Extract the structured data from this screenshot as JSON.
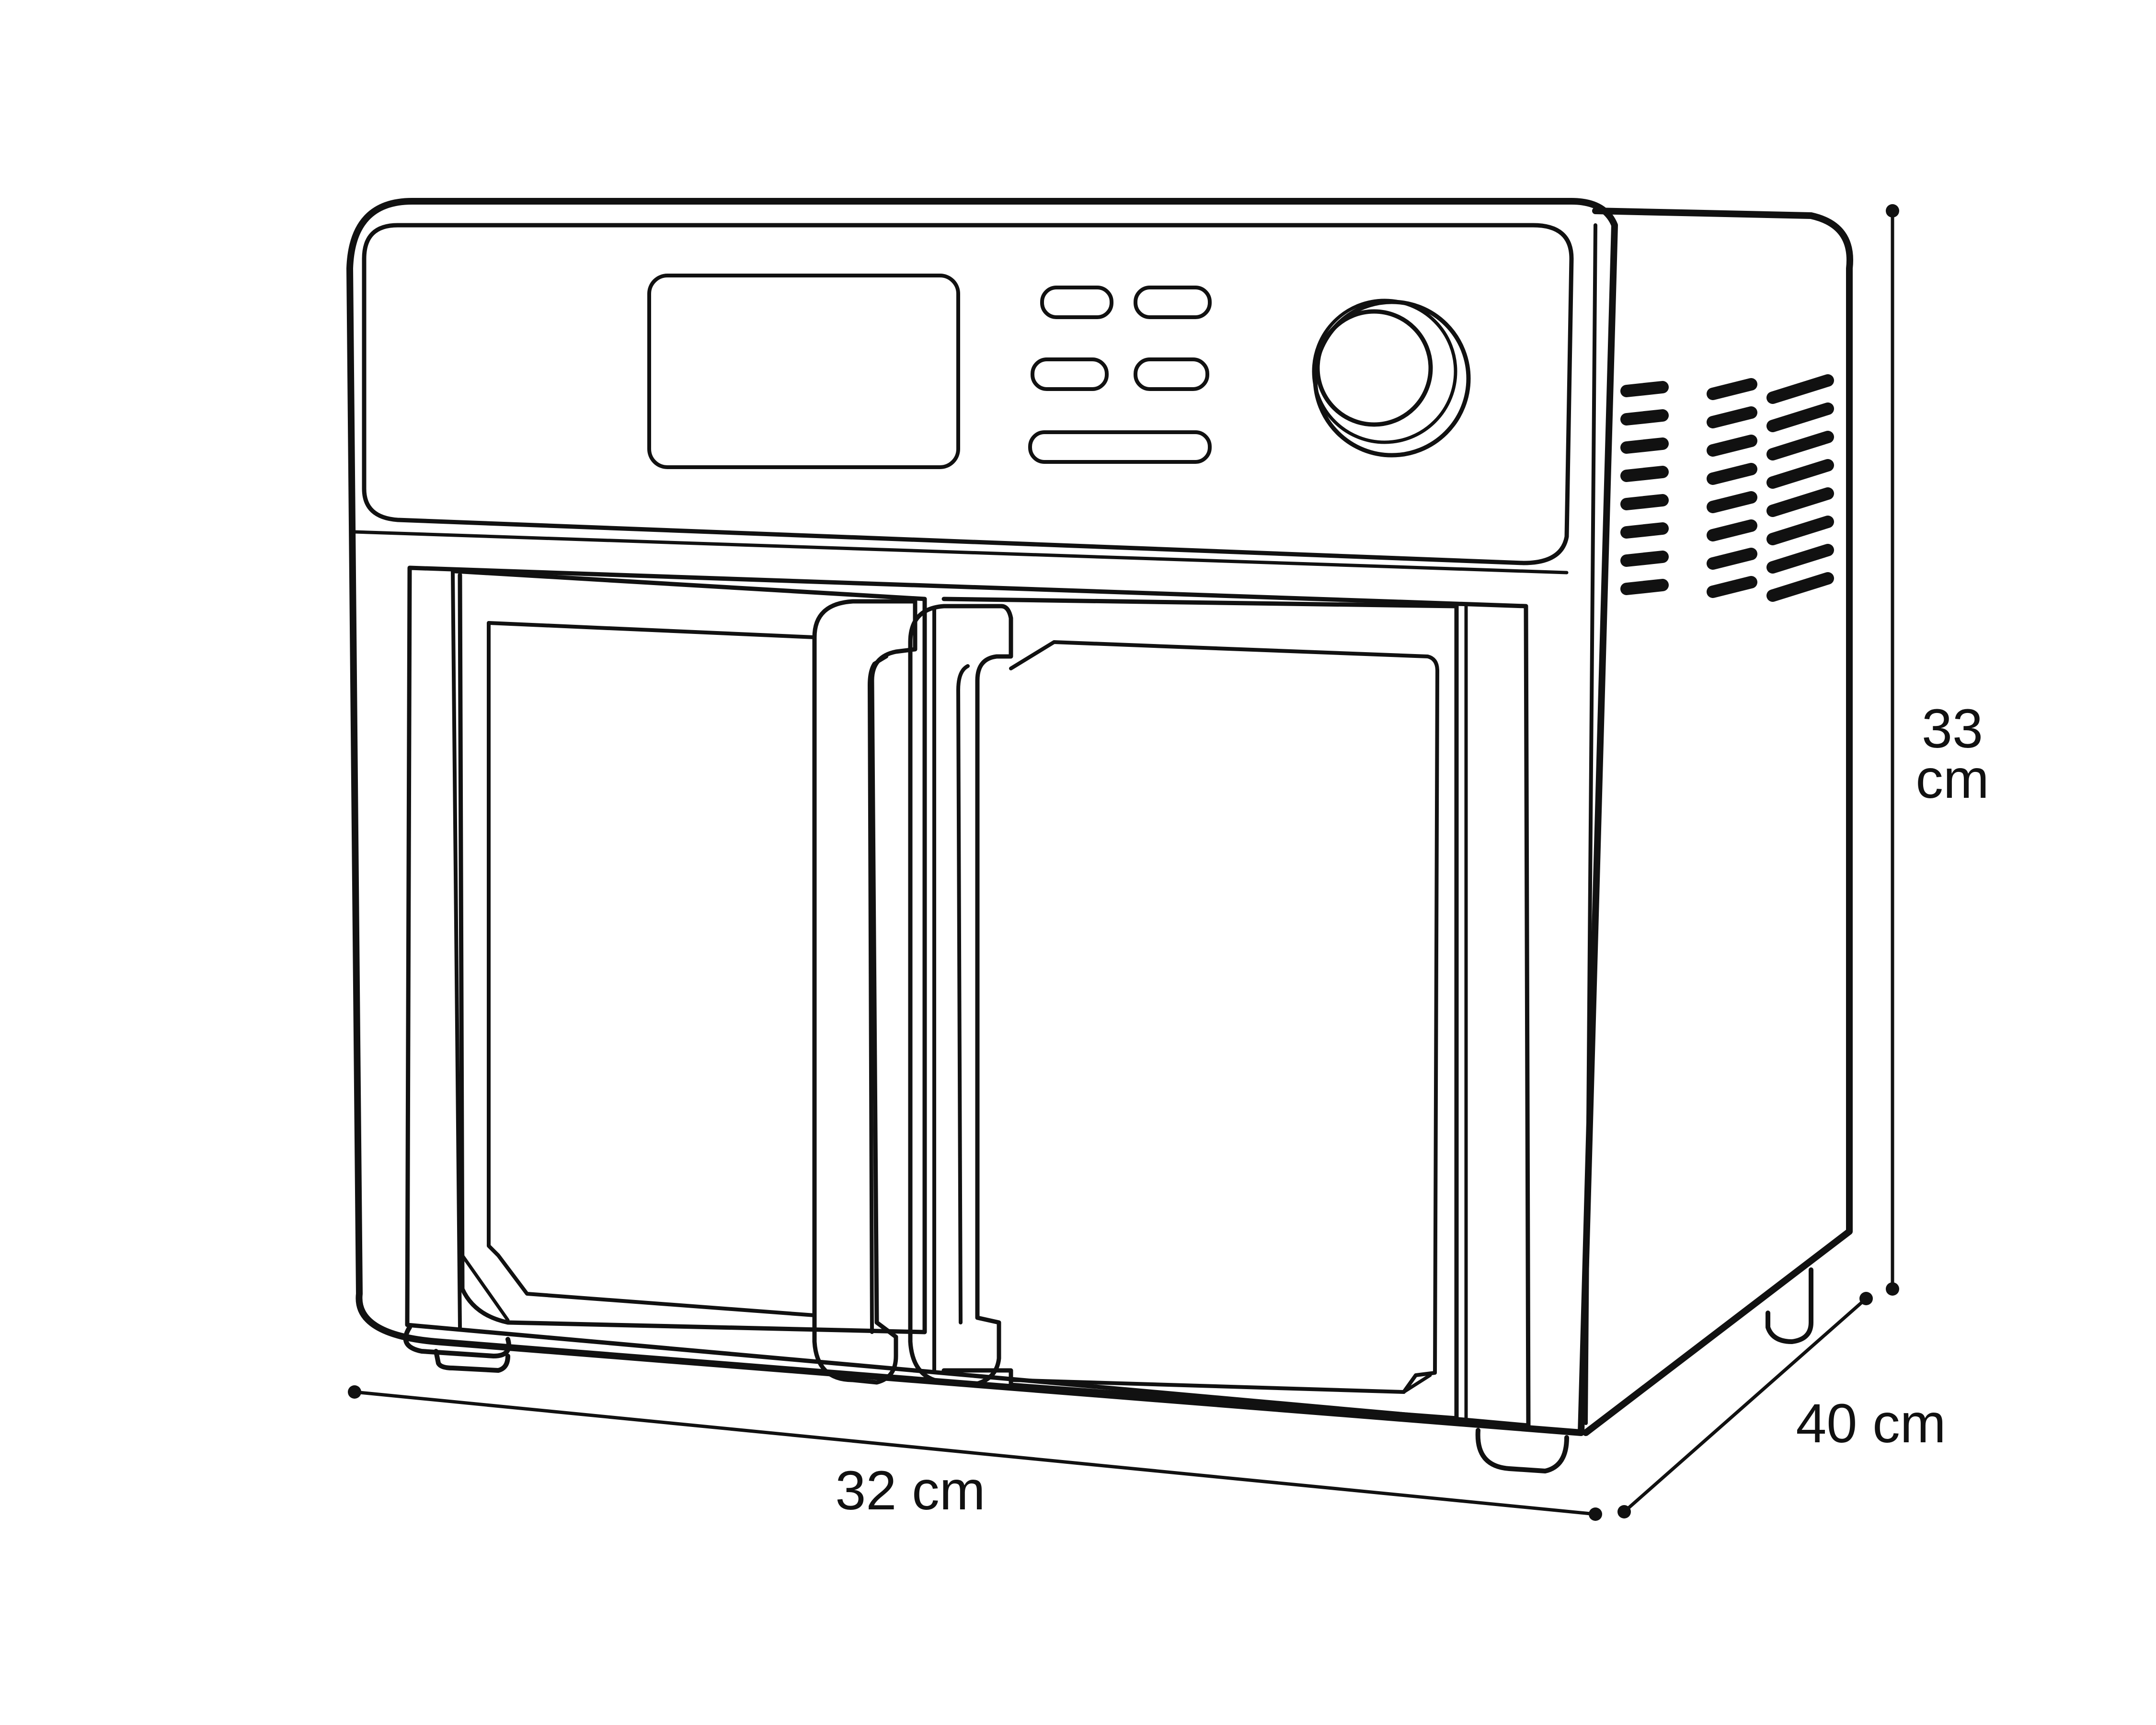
{
  "diagram": {
    "dimensions": {
      "width": "32 cm",
      "depth": "40 cm",
      "height_value": "33",
      "height_unit": "cm"
    }
  },
  "colors": {
    "line": "#111111",
    "background": "#ffffff"
  }
}
